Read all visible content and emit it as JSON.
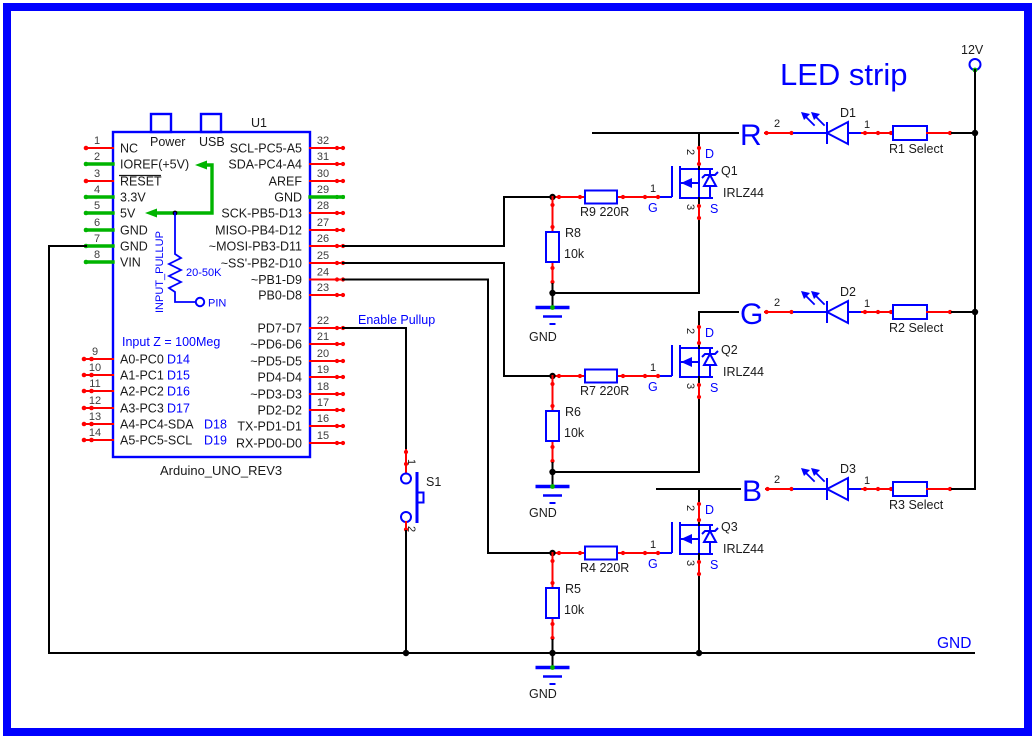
{
  "colors": {
    "accent_blue": "#0000ff",
    "wire_red": "#ff0000",
    "wire_green": "#00b400",
    "wire_black": "#000000"
  },
  "title": "LED strip",
  "supply": {
    "v12_label": "12V",
    "gnd_rail_label": "GND"
  },
  "arduino": {
    "refdes": "U1",
    "name": "Arduino_UNO_REV3",
    "power_label": "Power",
    "usb_label": "USB",
    "input_z": "Input Z = 100Meg",
    "pullup": {
      "label": "INPUT_PULLUP",
      "value": "20-50K",
      "pin": "PIN"
    },
    "left_pins": [
      {
        "n": "1",
        "label": "NC"
      },
      {
        "n": "2",
        "label": "IOREF(+5V)"
      },
      {
        "n": "3",
        "label": "RESET"
      },
      {
        "n": "4",
        "label": "3.3V"
      },
      {
        "n": "5",
        "label": "5V"
      },
      {
        "n": "6",
        "label": "GND"
      },
      {
        "n": "7",
        "label": "GND"
      },
      {
        "n": "8",
        "label": "VIN"
      }
    ],
    "right_pins": [
      {
        "n": "32",
        "label": "SCL-PC5-A5"
      },
      {
        "n": "31",
        "label": "SDA-PC4-A4"
      },
      {
        "n": "30",
        "label": "AREF"
      },
      {
        "n": "29",
        "label": "GND"
      },
      {
        "n": "28",
        "label": "SCK-PB5-D13"
      },
      {
        "n": "27",
        "label": "MISO-PB4-D12"
      },
      {
        "n": "26",
        "label": "~MOSI-PB3-D11"
      },
      {
        "n": "25",
        "label": "~SS'-PB2-D10"
      },
      {
        "n": "24",
        "label": "~PB1-D9"
      },
      {
        "n": "23",
        "label": "PB0-D8"
      },
      {
        "n": "22",
        "label": "PD7-D7"
      },
      {
        "n": "21",
        "label": "~PD6-D6"
      },
      {
        "n": "20",
        "label": "~PD5-D5"
      },
      {
        "n": "19",
        "label": "PD4-D4"
      },
      {
        "n": "18",
        "label": "~PD3-D3"
      },
      {
        "n": "17",
        "label": "PD2-D2"
      },
      {
        "n": "16",
        "label": "TX-PD1-D1"
      },
      {
        "n": "15",
        "label": "RX-PD0-D0"
      }
    ],
    "analog_pins": [
      {
        "n": "9",
        "label": "A0-PC0",
        "alt": "D14"
      },
      {
        "n": "10",
        "label": "A1-PC1",
        "alt": "D15"
      },
      {
        "n": "11",
        "label": "A2-PC2",
        "alt": "D16"
      },
      {
        "n": "12",
        "label": "A3-PC3",
        "alt": "D17"
      },
      {
        "n": "13",
        "label": "A4-PC4-SDA",
        "alt": "D18"
      },
      {
        "n": "14",
        "label": "A5-PC5-SCL",
        "alt": "D19"
      }
    ]
  },
  "switch": {
    "ref": "S1",
    "net_label": "Enable Pullup",
    "pin1": "1",
    "pin2": "2"
  },
  "channels": [
    {
      "name": "R",
      "mosfet": {
        "ref": "Q1",
        "part": "IRLZ44",
        "g_pin": "1",
        "d_pin": "2",
        "s_pin": "3",
        "g": "G",
        "d": "D",
        "s": "S"
      },
      "gate_res": {
        "label": "R9 220R"
      },
      "pull_res": {
        "ref": "R8",
        "value": "10k"
      },
      "led": {
        "ref": "D1",
        "pin1": "1",
        "pin2": "2"
      },
      "series_res": {
        "label": "R1 Select"
      },
      "gnd_label": "GND"
    },
    {
      "name": "G",
      "mosfet": {
        "ref": "Q2",
        "part": "IRLZ44",
        "g_pin": "1",
        "d_pin": "2",
        "s_pin": "3",
        "g": "G",
        "d": "D",
        "s": "S"
      },
      "gate_res": {
        "label": "R7 220R"
      },
      "pull_res": {
        "ref": "R6",
        "value": "10k"
      },
      "led": {
        "ref": "D2",
        "pin1": "1",
        "pin2": "2"
      },
      "series_res": {
        "label": "R2 Select"
      },
      "gnd_label": "GND"
    },
    {
      "name": "B",
      "mosfet": {
        "ref": "Q3",
        "part": "IRLZ44",
        "g_pin": "1",
        "d_pin": "2",
        "s_pin": "3",
        "g": "G",
        "d": "D",
        "s": "S"
      },
      "gate_res": {
        "label": "R4 220R"
      },
      "pull_res": {
        "ref": "R5",
        "value": "10k"
      },
      "led": {
        "ref": "D3",
        "pin1": "1",
        "pin2": "2"
      },
      "series_res": {
        "label": "R3 Select"
      },
      "gnd_label": "GND"
    }
  ]
}
